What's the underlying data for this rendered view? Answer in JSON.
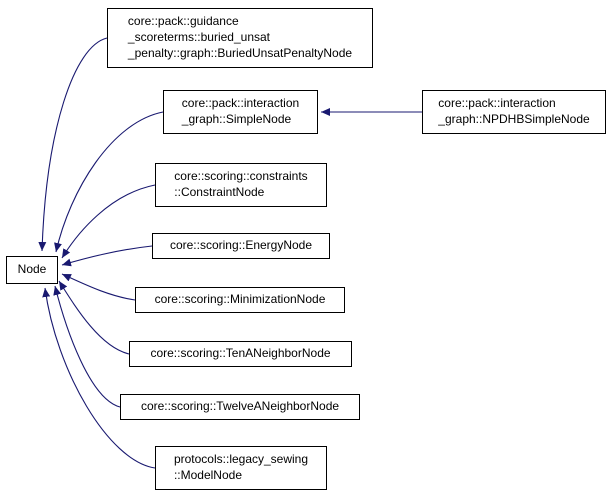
{
  "diagram": {
    "edge_color": "#191970",
    "base": {
      "label": "Node"
    },
    "classes": {
      "buried": {
        "label": "core::pack::guidance\n_scoreterms::buried_unsat\n_penalty::graph::BuriedUnsatPenaltyNode"
      },
      "simple": {
        "label": "core::pack::interaction\n_graph::SimpleNode"
      },
      "npdhb": {
        "label": "core::pack::interaction\n_graph::NPDHBSimpleNode"
      },
      "constraint": {
        "label": "core::scoring::constraints\n::ConstraintNode"
      },
      "energy": {
        "label": "core::scoring::EnergyNode"
      },
      "minimization": {
        "label": "core::scoring::MinimizationNode"
      },
      "tena": {
        "label": "core::scoring::TenANeighborNode"
      },
      "twelvea": {
        "label": "core::scoring::TwelveANeighborNode"
      },
      "model": {
        "label": "protocols::legacy_sewing\n::ModelNode"
      }
    }
  }
}
